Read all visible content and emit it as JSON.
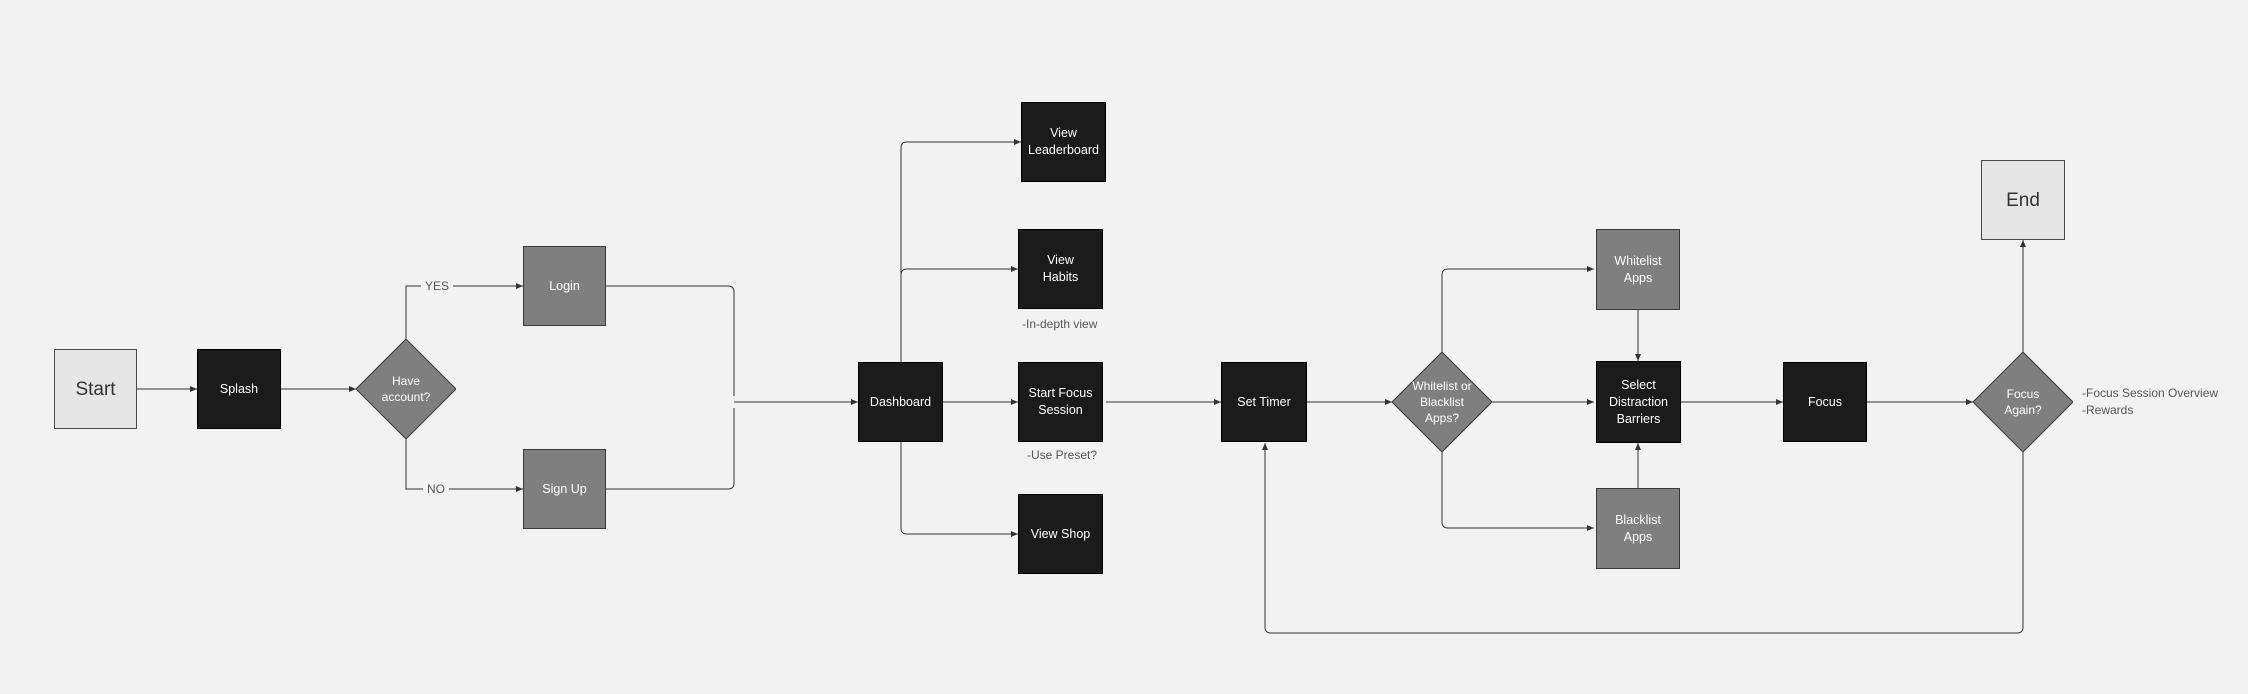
{
  "nodes": {
    "start": "Start",
    "splash": "Splash",
    "have_account": "Have\naccount?",
    "login": "Login",
    "sign_up": "Sign Up",
    "dashboard": "Dashboard",
    "view_leaderboard": "View\nLeaderboard",
    "view_habits": "View\nHabits",
    "start_focus_session": "Start Focus\nSession",
    "view_shop": "View Shop",
    "set_timer": "Set Timer",
    "whitelist_or_blacklist": "Whitelist or\nBlacklist\nApps?",
    "whitelist_apps": "Whitelist\nApps",
    "select_distraction_barriers": "Select\nDistraction\nBarriers",
    "blacklist_apps": "Blacklist\nApps",
    "focus": "Focus",
    "focus_again": "Focus\nAgain?",
    "end": "End"
  },
  "edge_labels": {
    "yes": "YES",
    "no": "NO"
  },
  "annotations": {
    "in_depth_view": "-In-depth view",
    "use_preset": "-Use Preset?",
    "session_overview": "-Focus Session Overview\n-Rewards"
  },
  "colors": {
    "background": "#f2f2f2",
    "dark_node": "#1b1b1b",
    "mid_node": "#7f7f7f",
    "light_node": "#e6e6e6",
    "connector": "#333333"
  }
}
